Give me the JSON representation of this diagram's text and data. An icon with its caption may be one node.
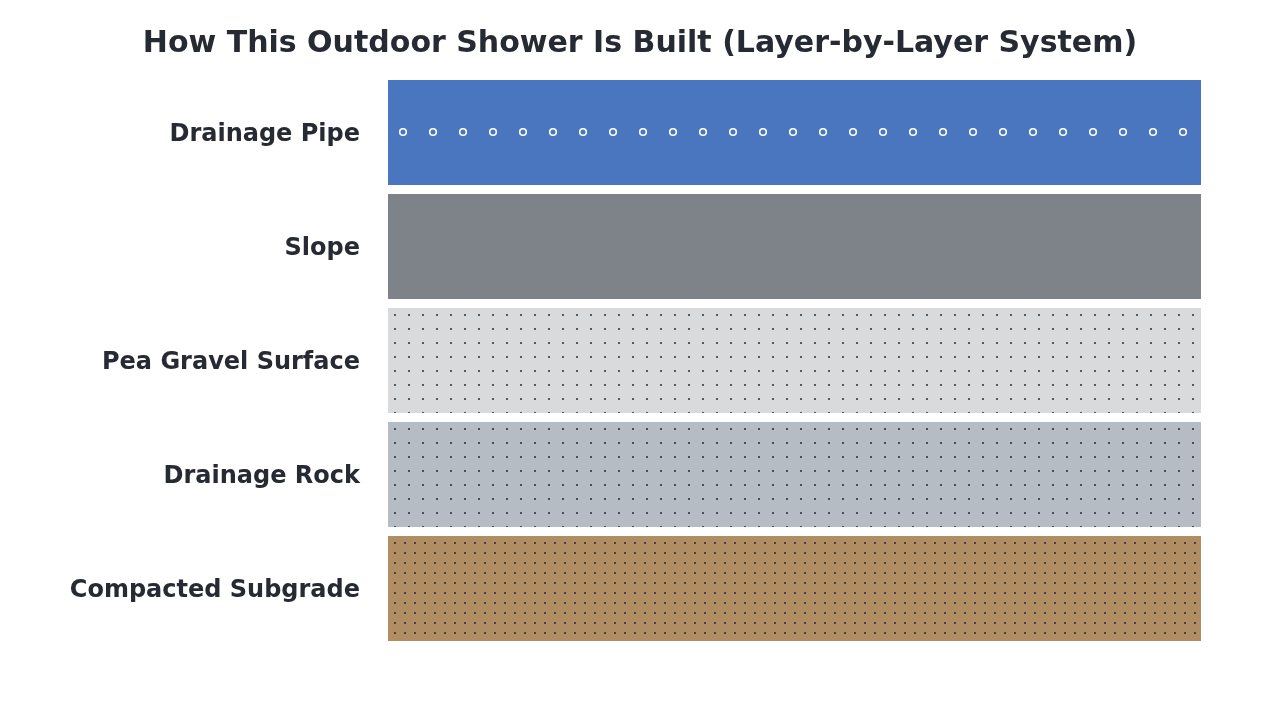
{
  "diagram": {
    "title": "How This Outdoor Shower Is Built (Layer-by-Layer System)",
    "nodes": [
      {
        "text": [
          "Drainage Pipe"
        ]
      },
      {
        "text": [
          "Slope"
        ]
      },
      {
        "text": [
          "Pea Gravel Surface"
        ]
      },
      {
        "text": [
          "Drainage Rock"
        ]
      },
      {
        "text": [
          "Compacted Subgrade"
        ]
      }
    ]
  }
}
